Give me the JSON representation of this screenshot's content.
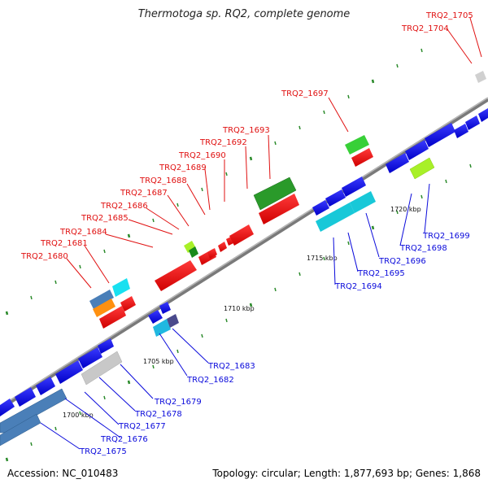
{
  "title": "Thermotoga sp. RQ2, complete genome",
  "footer": {
    "accession": "Accession: NC_010483",
    "info": "Topology: circular; Length: 1,877,693 bp; Genes: 1,868"
  },
  "colors": {
    "backbone": "#8a8a8a",
    "label_red": "#e01010",
    "label_blue": "#0a0adb",
    "tick": "#2a8a2a"
  },
  "scale_labels": [
    "1700 kbp",
    "1705 kbp",
    "1710 kbp",
    "1715 kbp",
    "1720 kbp"
  ],
  "top_labels": [
    "TRQ2_1680",
    "TRQ2_1681",
    "TRQ2_1684",
    "TRQ2_1685",
    "TRQ2_1686",
    "TRQ2_1687",
    "TRQ2_1688",
    "TRQ2_1689",
    "TRQ2_1690",
    "TRQ2_1692",
    "TRQ2_1693",
    "TRQ2_1697",
    "TRQ2_1704",
    "TRQ2_1705"
  ],
  "bottom_labels": [
    "TRQ2_1675",
    "TRQ2_1676",
    "TRQ2_1677",
    "TRQ2_1678",
    "TRQ2_1679",
    "TRQ2_1682",
    "TRQ2_1683",
    "TRQ2_1694",
    "TRQ2_1695",
    "TRQ2_1696",
    "TRQ2_1698",
    "TRQ2_1699"
  ]
}
